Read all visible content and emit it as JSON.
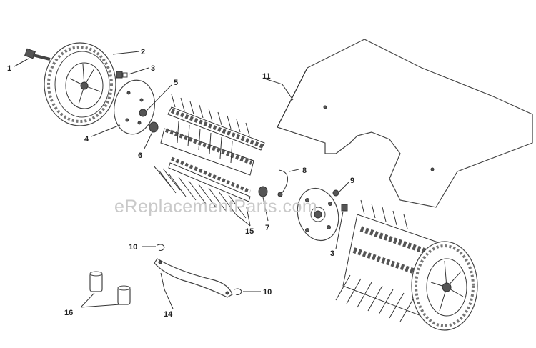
{
  "watermark": "eReplacementParts.com",
  "callouts": [
    {
      "id": "c1",
      "text": "1"
    },
    {
      "id": "c2",
      "text": "2"
    },
    {
      "id": "c3a",
      "text": "3"
    },
    {
      "id": "c4",
      "text": "4"
    },
    {
      "id": "c5",
      "text": "5"
    },
    {
      "id": "c6",
      "text": "6"
    },
    {
      "id": "c7",
      "text": "7"
    },
    {
      "id": "c8",
      "text": "8"
    },
    {
      "id": "c9",
      "text": "9"
    },
    {
      "id": "c3b",
      "text": "3"
    },
    {
      "id": "c10a",
      "text": "10"
    },
    {
      "id": "c10b",
      "text": "10"
    },
    {
      "id": "c11",
      "text": "11"
    },
    {
      "id": "c14",
      "text": "14"
    },
    {
      "id": "c15",
      "text": "15"
    },
    {
      "id": "c16",
      "text": "16"
    }
  ],
  "colors": {
    "line": "#333333",
    "watermark": "#c9c9c9",
    "background": "#ffffff"
  }
}
